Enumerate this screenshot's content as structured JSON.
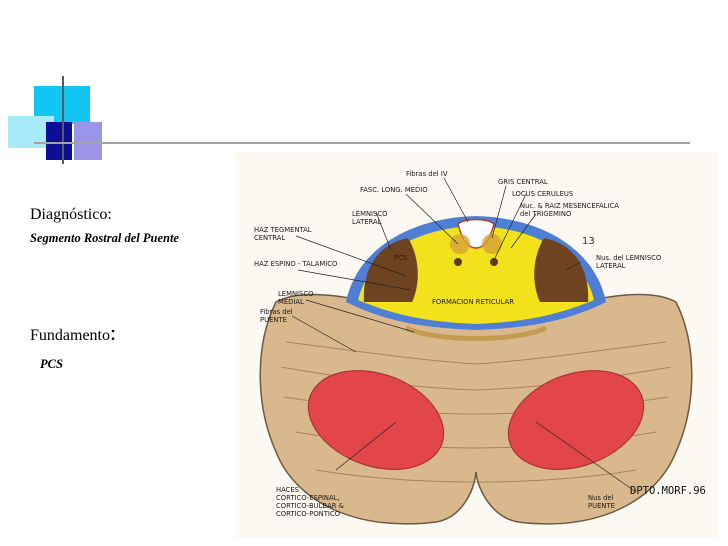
{
  "slide": {
    "diagnosis_label": "Diagnóstico:",
    "diagnosis_value": "Segmento Rostral del Puente",
    "basis_label": "Fundamento",
    "basis_colon": ":",
    "basis_value": "PCS"
  },
  "figure": {
    "labels": {
      "fibras_iv": "Fibras del IV",
      "gris_central": "GRIS CENTRAL",
      "fasc_long": "FASC. LONG. MEDIO",
      "locus": "LOCUS CERULEUS",
      "nuc_raiz_1": "Nuc. & RAIZ MESENCEFALICA",
      "nuc_raiz_2": "del TRIGEMINO",
      "lemnisco_lat_1": "LEMNISCO",
      "lemnisco_lat_2": "LATERAL",
      "haz_teg_1": "HAZ TEGMENTAL",
      "haz_teg_2": "CENTRAL",
      "number": "13",
      "haz_espino": "HAZ ESPINO - TALAMICO",
      "pcs": "PCS",
      "nuc_lemnisco_1": "Nus. del LEMNISCO",
      "nuc_lemnisco_2": "LATERAL",
      "lemnisco_med_1": "LEMNISCO",
      "lemnisco_med_2": "MEDIAL",
      "fibras_puente_1": "Fibras del",
      "fibras_puente_2": "PUENTE",
      "formacion": "FORMACION RETICULAR",
      "haces_1": "HACES",
      "haces_2": "CORTICO-ESPINAL,",
      "haces_3": "CORTICO-BULBAR  &",
      "haces_4": "CORTICO-PONTICO",
      "nuc_puente_1": "Nus del",
      "nuc_puente_2": "PUENTE",
      "stamp": "DPTO.MORF.96"
    },
    "colors": {
      "pons_base": "#d9b88d",
      "tegmentum": "#f2e21c",
      "corticospinal": "#e2454a",
      "lemniscus_lateral": "#6d4322",
      "border_blue": "#4f7fd4"
    }
  }
}
